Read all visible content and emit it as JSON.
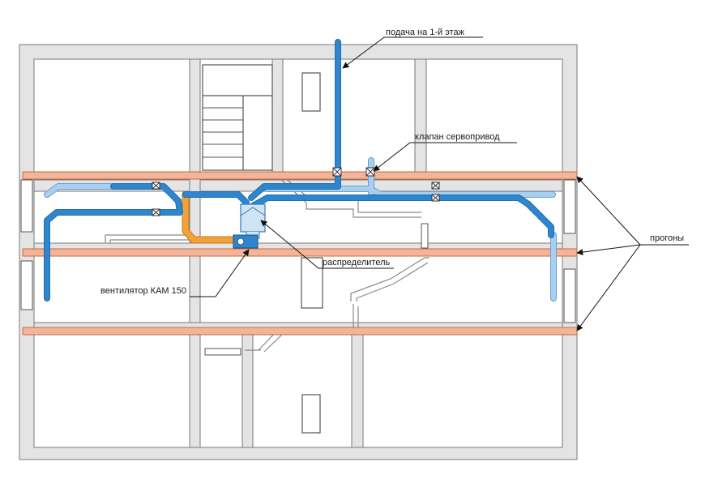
{
  "labels": {
    "supply_first_floor": "подача на 1-й этаж",
    "servo_valve": "клапан сервопривод",
    "beams": "прогоны",
    "distributor": "распределитель",
    "fan": "вентилятор КАМ 150"
  },
  "colors": {
    "wall": "#e4e4e4",
    "wall_stroke": "#7a7a7a",
    "beam": "#f2b59a",
    "beam_stroke": "#c9673f",
    "main_duct": "#2f86cc",
    "branch_duct": "#a9cfee",
    "fan_duct": "#f2a23a",
    "arrow": "#111111"
  },
  "icons": {
    "valve": "valve-icon",
    "fan": "fan-icon",
    "distributor": "distributor-icon"
  }
}
